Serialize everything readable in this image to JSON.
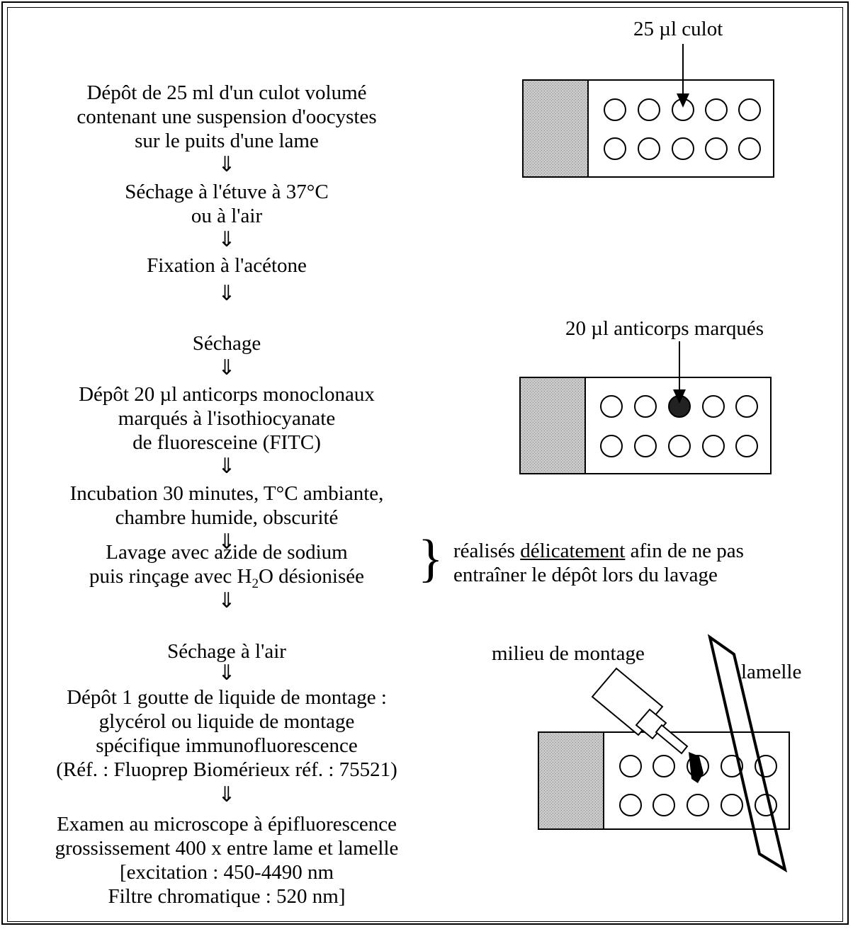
{
  "steps": [
    {
      "lines": [
        "Dépôt de 25 ml d'un culot volumé",
        "contenant une suspension d'oocystes",
        "sur le puits d'une lame"
      ]
    },
    {
      "lines": [
        "Séchage à l'étuve à 37°C",
        "ou à l'air"
      ]
    },
    {
      "lines": [
        "Fixation à l'acétone"
      ]
    },
    {
      "lines": [
        "Séchage"
      ]
    },
    {
      "lines": [
        "Dépôt 20 µl anticorps monoclonaux",
        "marqués à l'isothiocyanate",
        "de fluoresceine (FITC)"
      ]
    },
    {
      "lines": [
        "Incubation 30 minutes, T°C ambiante,",
        "chambre humide, obscurité"
      ]
    },
    {
      "lines": [
        "Lavage avec azide de sodium",
        "puis rinçage avec H",
        "2",
        "O désionisée"
      ]
    },
    {
      "lines": [
        "Séchage à l'air"
      ]
    },
    {
      "lines": [
        "Dépôt 1 goutte de liquide de montage :",
        "glycérol ou liquide de montage",
        "spécifique immunofluorescence",
        "(Réf. : Fluoprep Biomérieux réf. : 75521)"
      ]
    },
    {
      "lines": [
        "Examen au microscope à épifluorescence",
        "grossissement 400 x entre lame et lamelle",
        "[excitation : 450-4490 nm",
        "Filtre chromatique : 520 nm]"
      ]
    }
  ],
  "arrow_glyph": "⇓",
  "slide_labels": {
    "slide1": "25 µl culot",
    "slide2": "20 µl anticorps marqués",
    "mounting_medium": "milieu de montage",
    "coverslip": "lamelle"
  },
  "note": {
    "before": "réalisés ",
    "underlined": "délicatement",
    "after": " afin de ne pas",
    "line2": "entraîner le dépôt lors du lavage"
  },
  "brace_glyph": "}"
}
